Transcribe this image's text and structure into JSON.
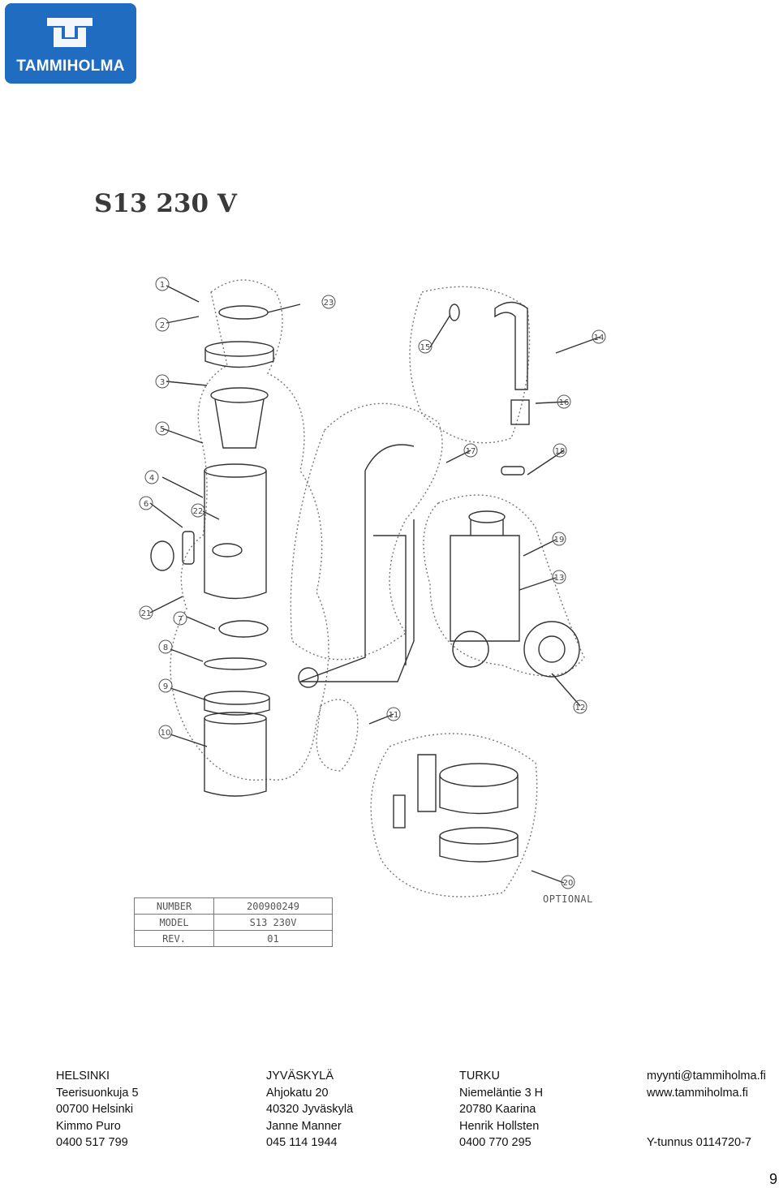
{
  "logo": {
    "text": "TAMMIHOLMA",
    "color": "#1f6cc0"
  },
  "title": "S13 230 V",
  "drawing": {
    "callouts": [
      "1",
      "2",
      "3",
      "4",
      "5",
      "6",
      "7",
      "8",
      "9",
      "10",
      "11",
      "12",
      "13",
      "14",
      "15",
      "16",
      "17",
      "18",
      "19",
      "20",
      "21",
      "22",
      "23"
    ],
    "optional_label": "OPTIONAL"
  },
  "title_block": {
    "rows": [
      {
        "label": "NUMBER",
        "value": "200900249"
      },
      {
        "label": "MODEL",
        "value": "S13 230V"
      },
      {
        "label": "REV.",
        "value": "01"
      }
    ]
  },
  "footer": {
    "col1": [
      "HELSINKI",
      "Teerisuonkuja 5",
      "00700 Helsinki",
      "Kimmo Puro",
      "0400 517 799"
    ],
    "col2": [
      "JYVÄSKYLÄ",
      "Ahjokatu 20",
      "40320 Jyväskylä",
      "Janne Manner",
      "045 114 1944"
    ],
    "col3": [
      "TURKU",
      "Nieme­läntie 3 H",
      "20780 Kaarina",
      "Henrik Hollsten",
      "0400 770 295"
    ],
    "col4": [
      "myynti@tammiholma.fi",
      "www.tammiholma.fi",
      "",
      "",
      "Y-tunnus 0114720-7"
    ]
  },
  "page_number": "9"
}
